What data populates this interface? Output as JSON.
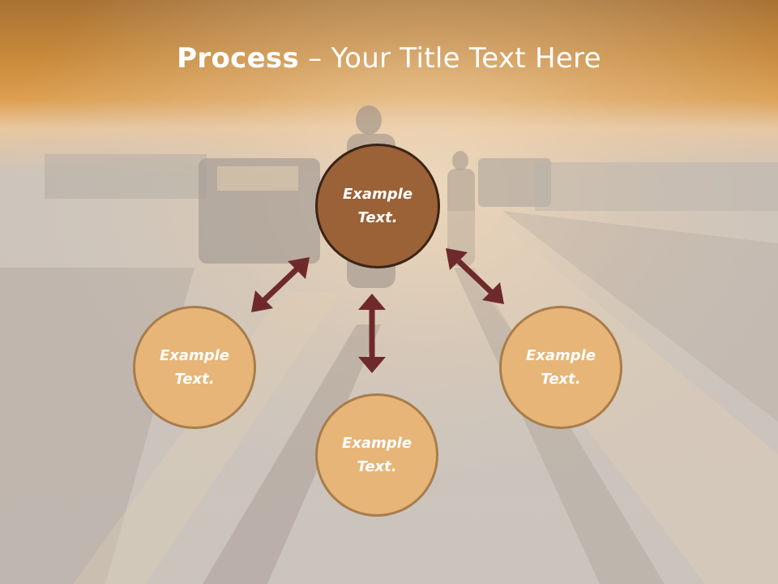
{
  "title": {
    "bold": "Process",
    "dash": "–",
    "rest": "Your Title Text Here"
  },
  "nodes": {
    "center": {
      "label": "Example Text."
    },
    "left": {
      "label": "Example Text."
    },
    "bottom": {
      "label": "Example Text."
    },
    "right": {
      "label": "Example Text."
    }
  },
  "colors": {
    "header": "#c98a3a",
    "center_fill": "#9a6236",
    "center_border": "#3b2317",
    "outer_fill": "#e7b577",
    "outer_border": "#a77d4b",
    "arrow": "#6e2a2a",
    "title_text": "#ffffff"
  }
}
